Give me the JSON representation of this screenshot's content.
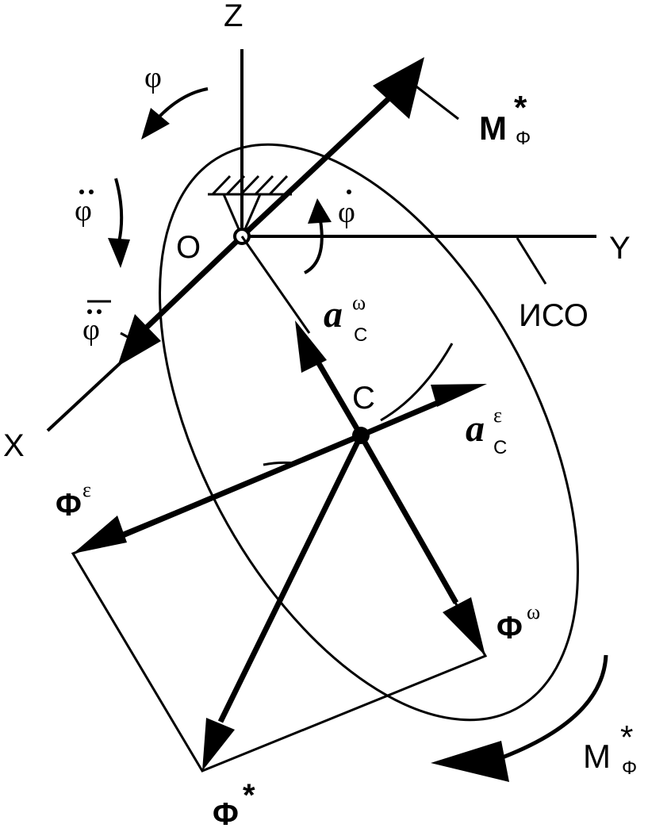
{
  "axes": {
    "z": "Z",
    "y": "Y",
    "x": "X"
  },
  "points": {
    "origin": "O",
    "center": "C"
  },
  "frame_label": "ИСО",
  "angles": {
    "phi": "φ",
    "phi_dot": "φ",
    "phi_ddot": "φ",
    "phi_ddot_vec": "φ"
  },
  "vectors": {
    "m_star_top": {
      "main": "M",
      "sup": "*",
      "sub": "Φ"
    },
    "m_star_bottom": {
      "main": "M",
      "sup": "*",
      "sub": "Φ"
    },
    "a_c_omega": {
      "main": "a",
      "sup": "ω",
      "sub": "C"
    },
    "a_c_eps": {
      "main": "a",
      "sup": "ε",
      "sub": "C"
    },
    "phi_eps": {
      "main": "Φ",
      "sup": "ε"
    },
    "phi_omega": {
      "main": "Φ",
      "sup": "ω"
    },
    "phi_star": {
      "main": "Φ",
      "sup": "*"
    }
  }
}
